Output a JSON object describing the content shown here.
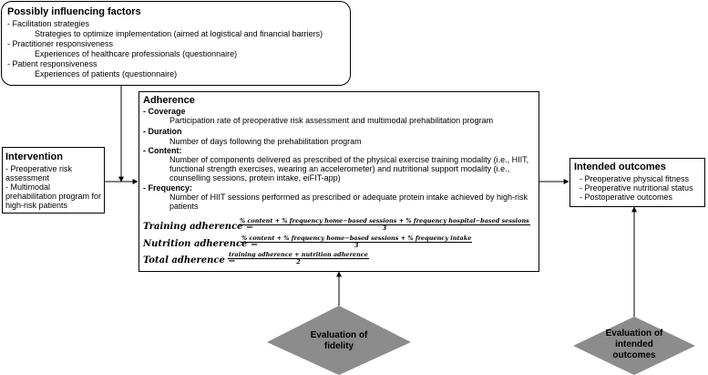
{
  "factors": {
    "title": "Possibly influencing factors",
    "items": [
      {
        "label": "- Facilitation strategies",
        "detail": "Strategies to optimize implementation (aimed at logistical and financial barriers)"
      },
      {
        "label": "- Practitioner responsiveness",
        "detail": "Experiences of healthcare professionals (questionnaire)"
      },
      {
        "label": "- Patient responsiveness",
        "detail": "Experiences of patients (questionnaire)"
      }
    ]
  },
  "intervention": {
    "title": "Intervention",
    "lines": [
      "- Preoperative risk",
      "assessment",
      "- Multimodal",
      "prehabilitation program for",
      "high-risk patients"
    ]
  },
  "adherence": {
    "title": "Adherence",
    "coverage": {
      "label": "- Coverage",
      "lines": [
        "Participation rate of preoperative risk assessment and multimodal prehabilitation program"
      ]
    },
    "duration": {
      "label": "- Duration",
      "lines": [
        "Number of days following the prehabilitation program"
      ]
    },
    "content": {
      "label": "- Content:",
      "lines": [
        "Number of components delivered as prescribed of the physical exercise training modality (i.e., HIIT,",
        "functional strength exercises, wearing an accelerometer) and nutritional support modality (i.e.,",
        "counselling sessions, protein intake, eiFIT-app)"
      ]
    },
    "frequency": {
      "label": "- Frequency:",
      "lines": [
        "Number of HIIT sessions performed as prescribed or adequate protein intake achieved by high-risk",
        "patients"
      ]
    },
    "formulas": {
      "training": {
        "lhs": "Training adherence =",
        "num": "% content + % frequency home−based sessions + % frequency hospital−based sessions",
        "den": "3"
      },
      "nutrition": {
        "lhs": "Nutrition adherence =",
        "num": "% content + % frequency home−based sessions + % frequency intake",
        "den": "3"
      },
      "total": {
        "lhs": "Total adherence =",
        "num": "training adherence + nutrition adherence",
        "den": "2"
      }
    }
  },
  "outcomes": {
    "title": "Intended outcomes",
    "items": [
      "- Preoperative physical fitness",
      "- Preoperative nutritional status",
      "- Postoperative outcomes"
    ]
  },
  "evaluation_fidelity": {
    "lines": [
      "Evaluation of",
      "fidelity"
    ]
  },
  "evaluation_outcomes": {
    "lines": [
      "Evaluation of",
      "intended",
      "outcomes"
    ]
  },
  "colors": {
    "diamond": "#8c8c8c",
    "stroke": "#000000"
  }
}
